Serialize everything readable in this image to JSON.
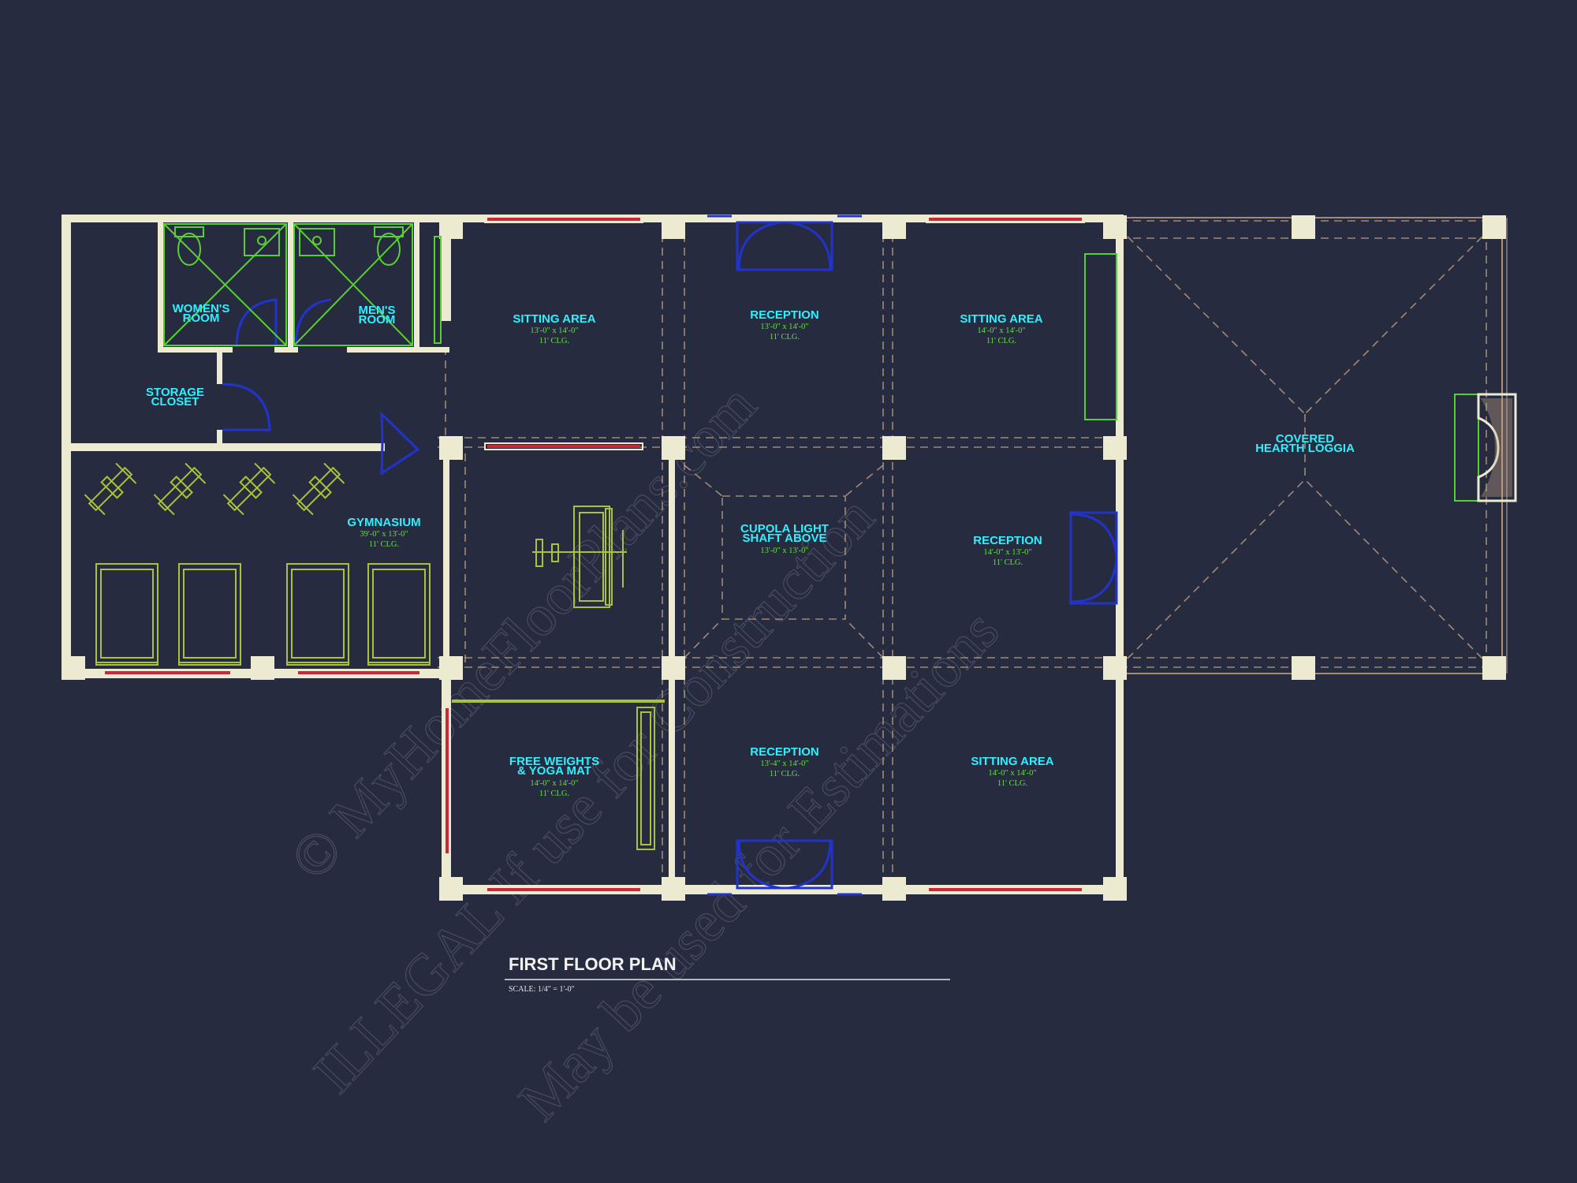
{
  "title": "FIRST FLOOR  PLAN",
  "scale": "SCALE: 1/4\" = 1'-0\"",
  "watermark": {
    "line1": "© MyHomeFloorPlans.com",
    "line2": "ILLEGAL If use for Construction",
    "line3": "May be used for Estimations"
  },
  "rooms": {
    "womens_room": {
      "line1": "WOMEN'S",
      "line2": "ROOM"
    },
    "mens_room": {
      "line1": "MEN'S",
      "line2": "ROOM"
    },
    "storage_closet": {
      "line1": "STORAGE",
      "line2": "CLOSET"
    },
    "gymnasium": {
      "name": "GYMNASIUM",
      "size": "39'-0\" x 13'-0\"",
      "clg": "11' CLG."
    },
    "sitting_area_1": {
      "name": "SITTING AREA",
      "size": "13'-0\" x 14'-0\"",
      "clg": "11' CLG."
    },
    "reception_1": {
      "name": "RECEPTION",
      "size": "13'-0\" x 14'-0\"",
      "clg": "11' CLG."
    },
    "sitting_area_2": {
      "name": "SITTING AREA",
      "size": "14'-0\" x 14'-0\"",
      "clg": "11' CLG."
    },
    "covered_hearth_loggia": {
      "line1": "COVERED",
      "line2": "HEARTH LOGGIA"
    },
    "cupola": {
      "line1": "CUPOLA LIGHT",
      "line2": "SHAFT ABOVE",
      "size": "13'-0\" x 13'-0\""
    },
    "reception_2": {
      "name": "RECEPTION",
      "size": "14'-0\" x 13'-0\"",
      "clg": "11' CLG."
    },
    "free_weights": {
      "line1": "FREE WEIGHTS",
      "line2": "& YOGA MAT",
      "size": "14'-0\" x 14'-0\"",
      "clg": "11' CLG."
    },
    "reception_3": {
      "name": "RECEPTION",
      "size": "13'-4\" x 14'-0\"",
      "clg": "11' CLG."
    },
    "sitting_area_3": {
      "name": "SITTING AREA",
      "size": "14'-0\" x 14'-0\"",
      "clg": "11' CLG."
    }
  },
  "colors": {
    "background": "#272b40",
    "walls": "#ecebd2",
    "room_labels": "#2ef0ff",
    "dimensions": "#61e23a",
    "windows": "#c8283a",
    "doors": "#2233cc",
    "ceiling_lines": "#c9a98a",
    "fixtures": "#a9c23c"
  },
  "icons": [
    "treadmill-icon",
    "exercise-bike-icon",
    "weight-bench-icon",
    "dumbbell-rack-icon",
    "toilet-icon",
    "sink-icon",
    "fireplace-icon"
  ]
}
